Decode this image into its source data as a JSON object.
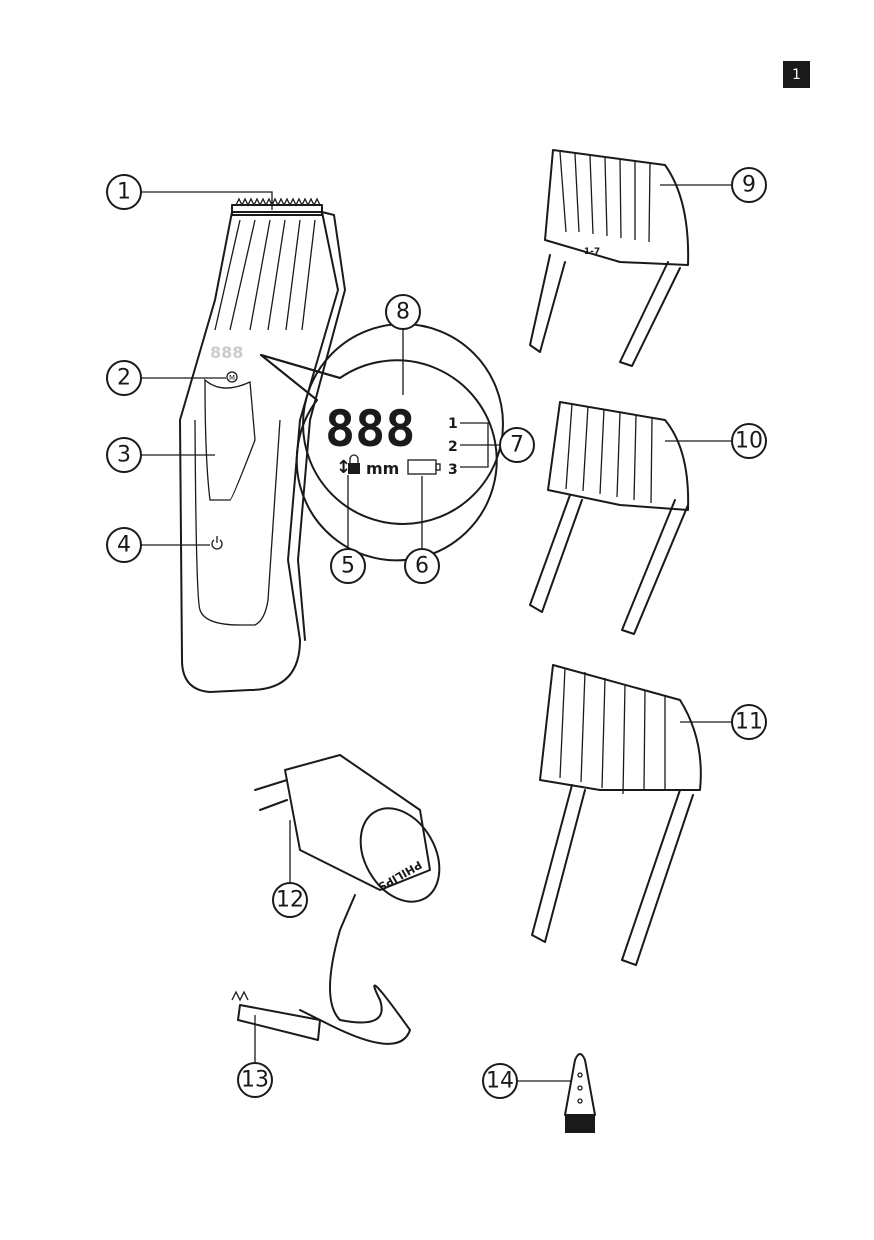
{
  "page_number": "1",
  "callouts": [
    "1",
    "2",
    "3",
    "4",
    "5",
    "6",
    "7",
    "8",
    "9",
    "10",
    "11",
    "12",
    "13",
    "14"
  ],
  "display": {
    "digits": "888",
    "unit": "mm",
    "levels": [
      "1",
      "2",
      "3"
    ]
  },
  "comb_label": "1-7",
  "charger_brand": "PHILIPS"
}
